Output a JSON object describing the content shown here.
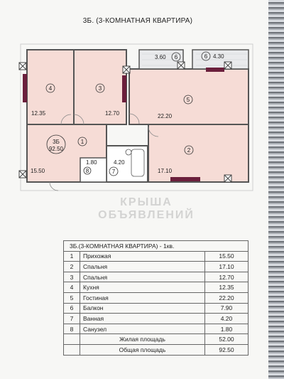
{
  "page": {
    "title": "3Б.  (3-КОМНАТНАЯ КВАРТИРА)"
  },
  "plan": {
    "unit_label": "3Б",
    "unit_area": "92.50",
    "rooms": [
      {
        "num": "1",
        "area": "15.50"
      },
      {
        "num": "2",
        "area": "17.10"
      },
      {
        "num": "3",
        "area": "12.70"
      },
      {
        "num": "4",
        "area": "12.35"
      },
      {
        "num": "5",
        "area": "22.20"
      },
      {
        "num": "6",
        "area": "3.60"
      },
      {
        "num": "6",
        "area": "4.30"
      },
      {
        "num": "7",
        "area": "4.20"
      },
      {
        "num": "8",
        "area": "1.80"
      }
    ],
    "colors": {
      "room_fill": "#f6dcd6",
      "wall": "#555555",
      "window": "#6b1f3c",
      "balcony": "#e9eaec"
    }
  },
  "watermark": {
    "line1": "КРЫША",
    "line2": "ОБЪЯВЛЕНИЙ"
  },
  "spec_table": {
    "header": "3Б.(3-КОМНАТНАЯ КВАРТИРА) - 1кв.",
    "rows": [
      {
        "n": "1",
        "name": "Прихожая",
        "value": "15.50"
      },
      {
        "n": "2",
        "name": "Спальня",
        "value": "17.10"
      },
      {
        "n": "3",
        "name": "Спальня",
        "value": "12.70"
      },
      {
        "n": "4",
        "name": "Кухня",
        "value": "12.35"
      },
      {
        "n": "5",
        "name": "Гостиная",
        "value": "22.20"
      },
      {
        "n": "6",
        "name": "Балкон",
        "value": "7.90"
      },
      {
        "n": "7",
        "name": "Ванная",
        "value": "4.20"
      },
      {
        "n": "8",
        "name": "Санузел",
        "value": "1.80"
      }
    ],
    "totals": [
      {
        "label": "Жилая  площадь",
        "value": "52.00"
      },
      {
        "label": "Общая площадь",
        "value": "92.50"
      }
    ]
  }
}
